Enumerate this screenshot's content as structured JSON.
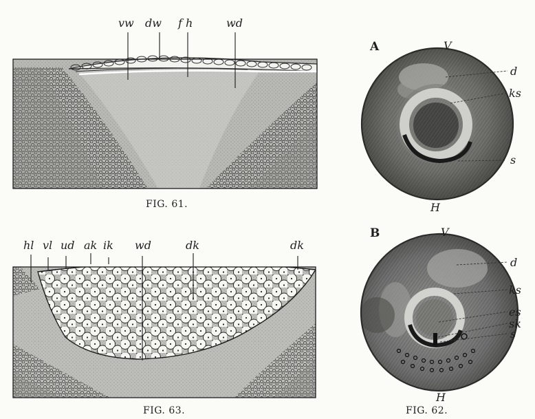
{
  "fig61": {
    "caption": "FIG. 61.",
    "labels": {
      "vw": "vw",
      "dw": "dw",
      "fh": "f h",
      "wd": "wd"
    }
  },
  "fig63": {
    "caption": "FIG. 63.",
    "labels": {
      "hl": "hl",
      "vl": "vl",
      "ud": "ud",
      "ak": "ak",
      "ik": "ik",
      "wd": "wd",
      "dk_center": "dk",
      "dk_right": "dk"
    }
  },
  "fig62": {
    "caption": "FIG. 62.",
    "A": {
      "letter": "A",
      "top": "V",
      "bottom": "H",
      "labels": {
        "d": "d",
        "ks": "ks",
        "s": "s"
      }
    },
    "B": {
      "letter": "B",
      "top": "V",
      "bottom": "H",
      "labels": {
        "d": "d",
        "ks": "ks",
        "es": "es",
        "sk": "sk",
        "s": "s"
      }
    }
  }
}
